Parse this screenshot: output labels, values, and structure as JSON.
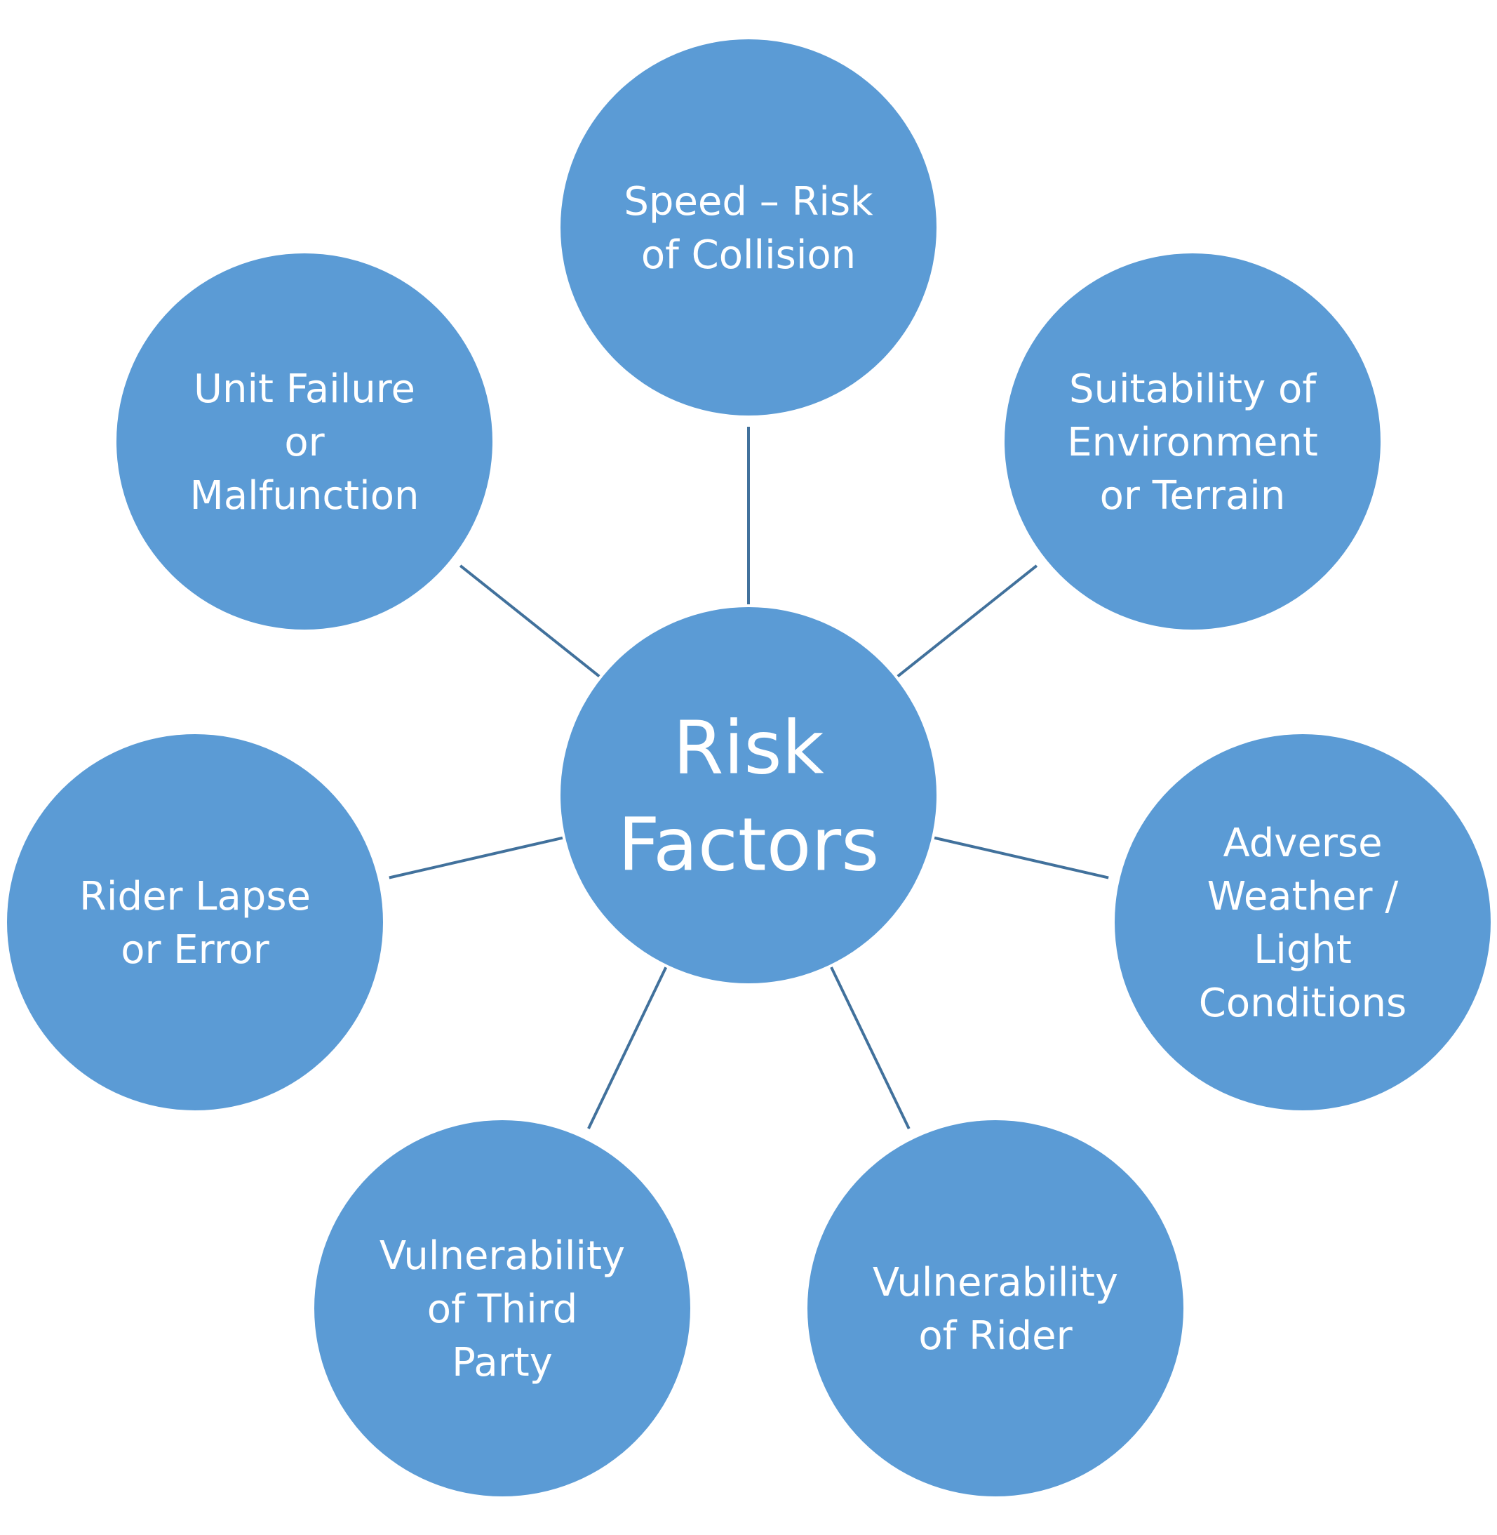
{
  "diagram": {
    "center": {
      "lines": [
        "Risk",
        "Factors"
      ]
    },
    "nodes": [
      {
        "id": "speed",
        "lines": [
          "Speed – Risk",
          "of Collision"
        ]
      },
      {
        "id": "suitability",
        "lines": [
          "Suitability of",
          "Environment",
          "or Terrain"
        ]
      },
      {
        "id": "adverse-weather",
        "lines": [
          "Adverse",
          "Weather /",
          "Light",
          "Conditions"
        ]
      },
      {
        "id": "vulnerability-rider",
        "lines": [
          "Vulnerability",
          "of Rider"
        ]
      },
      {
        "id": "vulnerability-third-party",
        "lines": [
          "Vulnerability",
          "of Third",
          "Party"
        ]
      },
      {
        "id": "rider-lapse",
        "lines": [
          "Rider Lapse",
          "or Error"
        ]
      },
      {
        "id": "unit-failure",
        "lines": [
          "Unit Failure",
          "or",
          "Malfunction"
        ]
      }
    ],
    "colors": {
      "fill": "#5B9BD5",
      "line": "#41719C",
      "text": "#FFFFFF"
    }
  }
}
